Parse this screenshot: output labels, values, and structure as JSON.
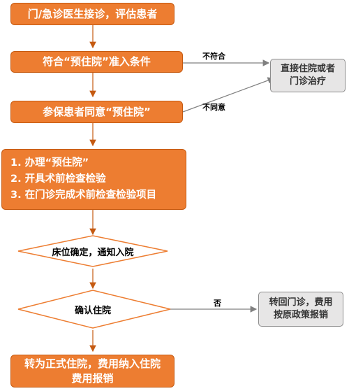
{
  "nodes": {
    "step1": "门/急诊医生接诊，评估患者",
    "step2": "符合“预住院”准入条件",
    "step3": "参保患者同意“预住院”",
    "step4_items": [
      "1. 办理“预住院”",
      "2. 开具术前检查检验",
      "3. 在门诊完成术前检查检验项目"
    ],
    "decision1": "床位确定，通知入院",
    "decision2": "确认住院",
    "final": "转为正式住院，费用纳入住院费用报销",
    "alt1": "直接住院或者门诊治疗",
    "alt2": "转回门诊，费用按原政策报销"
  },
  "edge_labels": {
    "not_qualified": "不符合",
    "not_agree": "不同意",
    "no": "否"
  },
  "colors": {
    "process_fill": "#ed7d31",
    "process_border": "#c55a11",
    "alt_fill": "#e7e6e6",
    "arrow": "#c55a11"
  }
}
